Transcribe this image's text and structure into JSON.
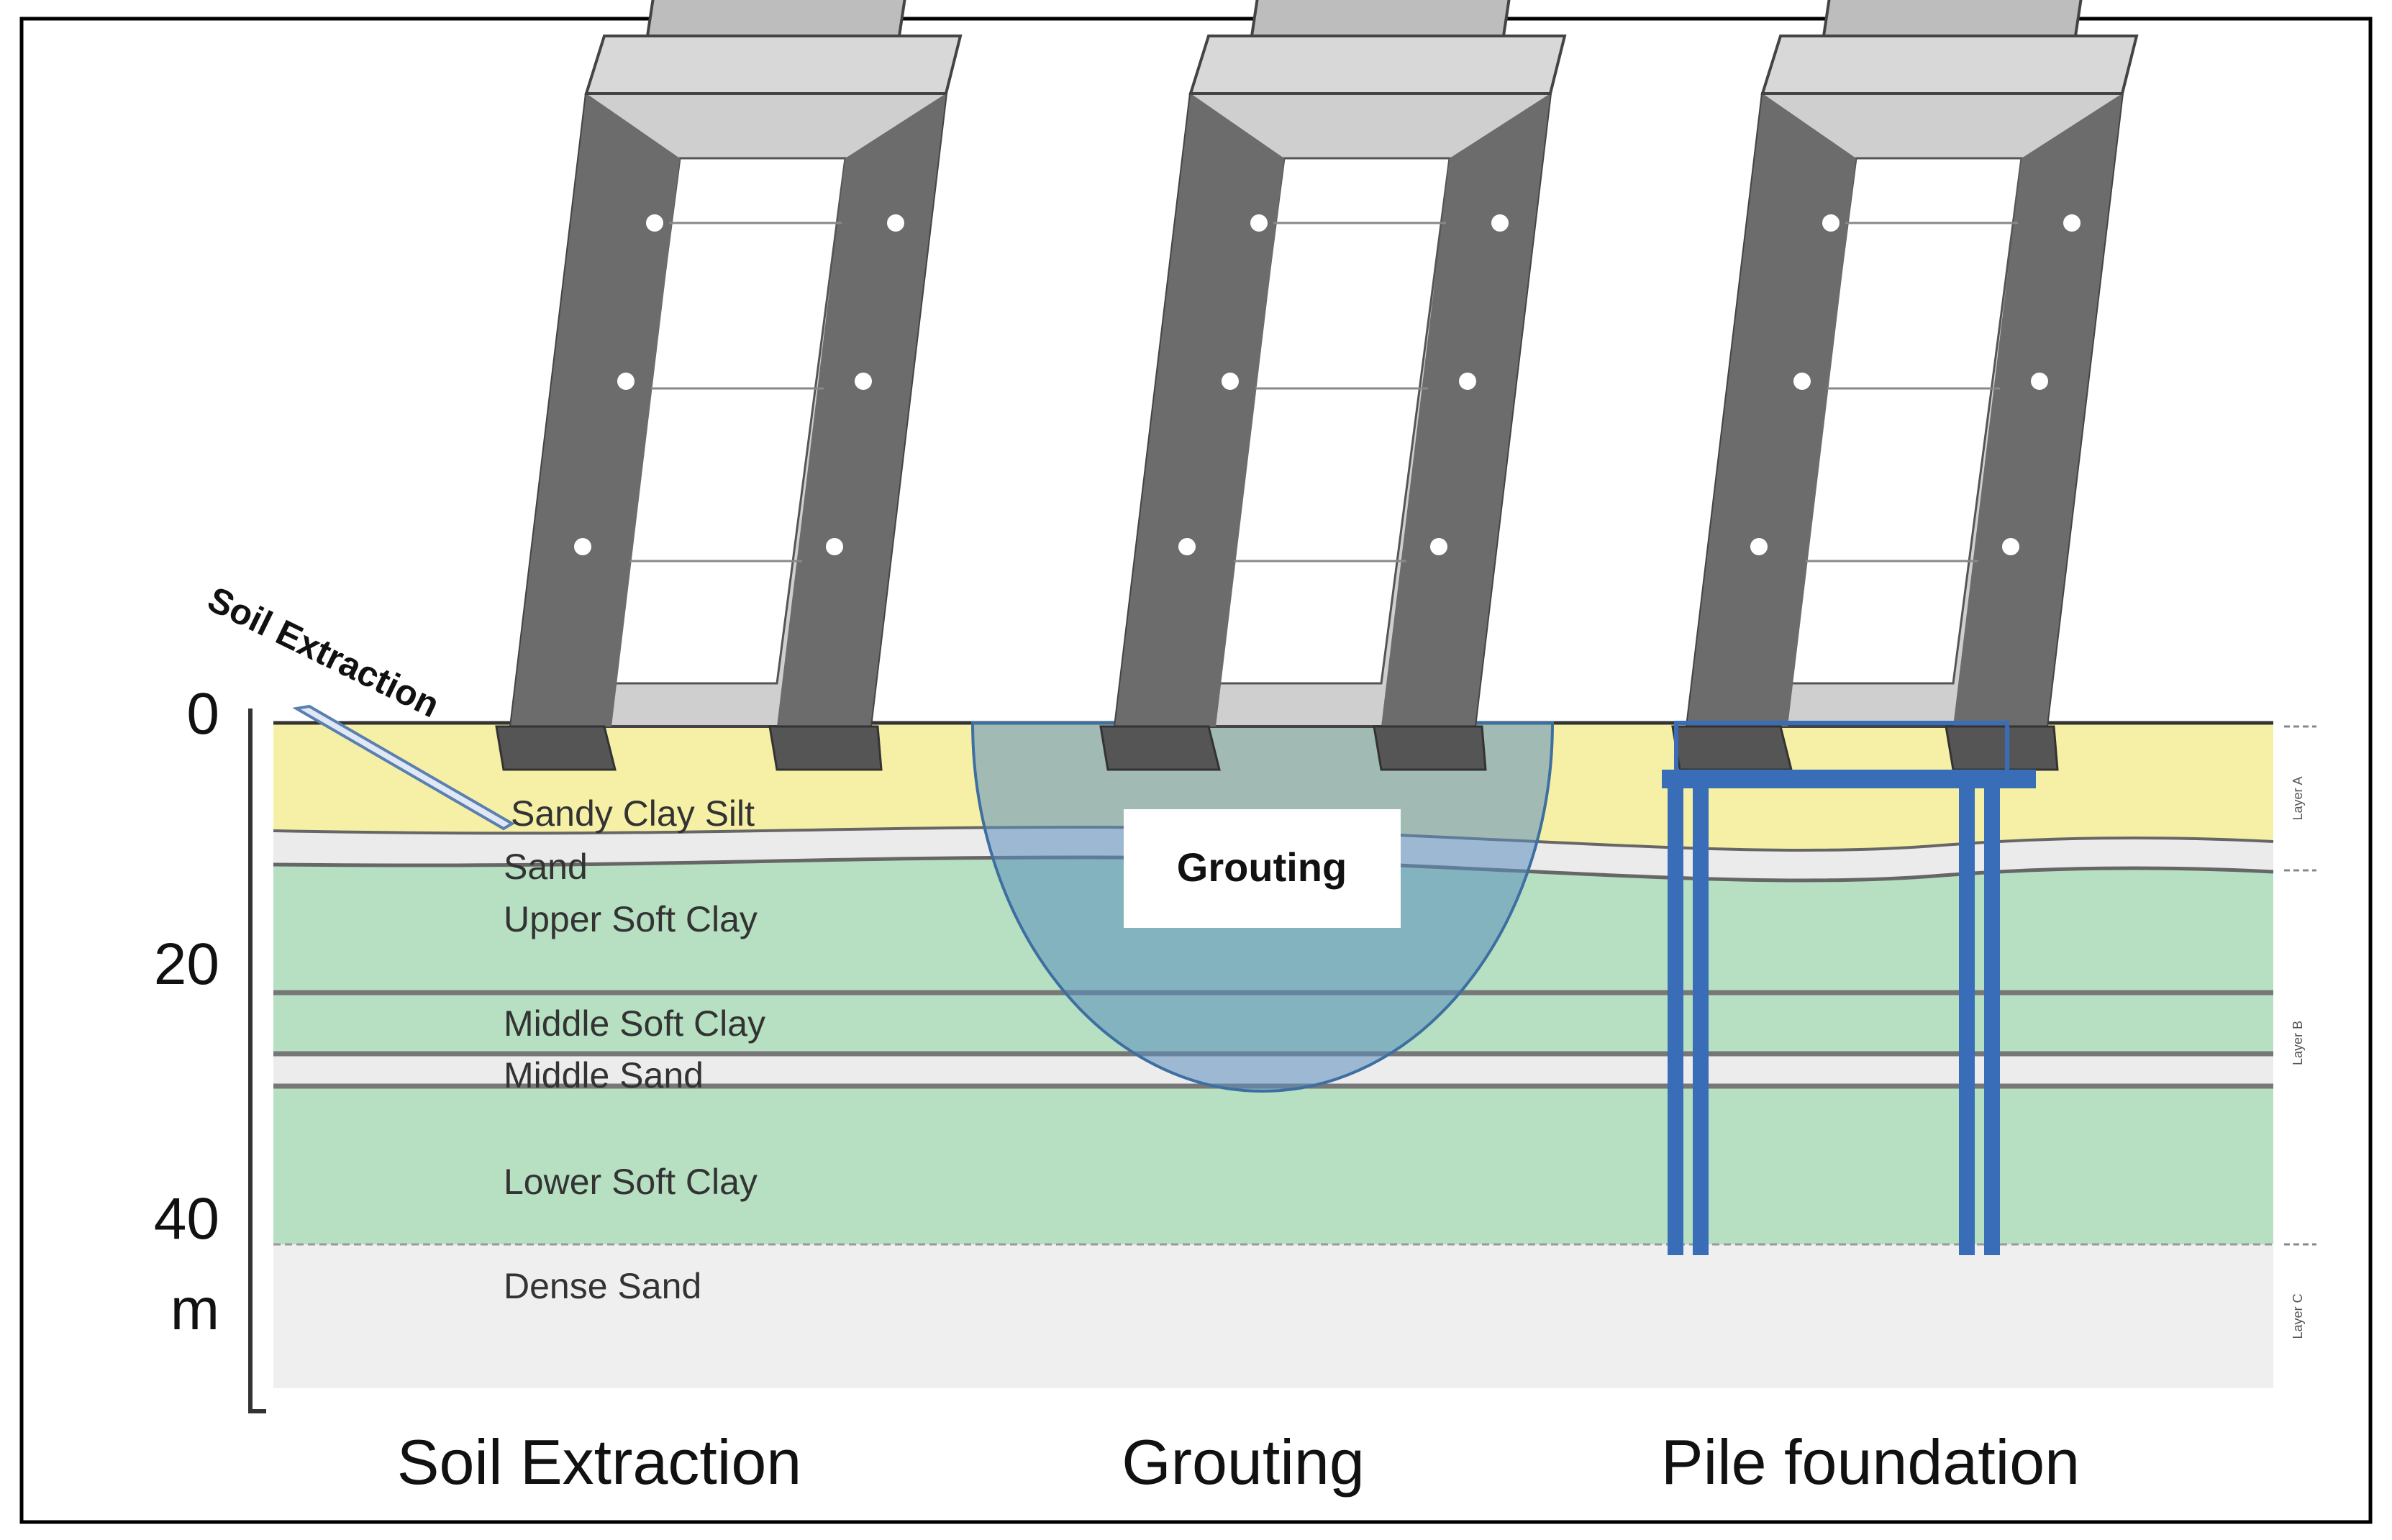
{
  "depth_axis": {
    "ticks": [
      "0",
      "20",
      "40"
    ],
    "unit": "m"
  },
  "layers": [
    {
      "label": "Sandy Clay Silt",
      "color": "#f6f0a6"
    },
    {
      "label": "Sand",
      "color": "#eeeeee"
    },
    {
      "label": "Upper Soft Clay",
      "color": "#b7dfc2"
    },
    {
      "label": "Middle Soft Clay",
      "color": "#b7dfc2"
    },
    {
      "label": "Middle Sand",
      "color": "#eeeeee"
    },
    {
      "label": "Lower Soft Clay",
      "color": "#b7dfc2"
    },
    {
      "label": "Dense Sand",
      "color": "#f0f0f0"
    }
  ],
  "layer_groups": [
    "Layer A",
    "Layer B",
    "Layer C"
  ],
  "methods": {
    "soil_extraction_pipe_label": "Soil Extraction",
    "grouting_box_label": "Grouting"
  },
  "captions": [
    "Soil Extraction",
    "Grouting",
    "Pile foundation"
  ],
  "colors": {
    "frame": "#000000",
    "tower": "#5a5a5a",
    "grout_bulb": "#5b8ec0",
    "piles": "#3a6db8",
    "pipe": "#5a7fb0"
  }
}
